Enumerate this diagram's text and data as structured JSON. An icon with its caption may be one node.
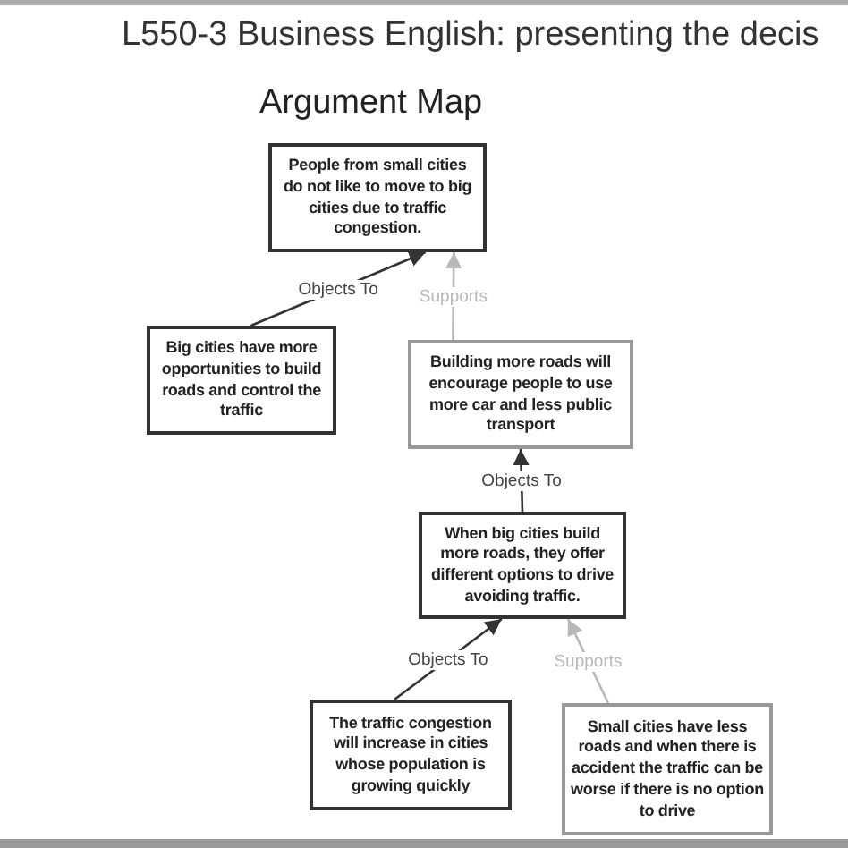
{
  "diagram": {
    "title": "L550-3 Business English: presenting the decis",
    "nodes": [
      {
        "text": [
          "People from small cities do not like to move to big cities due to traffic congestion."
        ]
      },
      {
        "text": [
          "Big cities have more opportunities to build roads and control the traffic"
        ]
      },
      {
        "text": [
          "Building more roads will encourage people to use more car and less public transport"
        ]
      },
      {
        "text": [
          "When big cities build more roads, they offer different options to drive avoiding traffic."
        ]
      },
      {
        "text": [
          "The traffic congestion will increase in cities whose population is growing quickly"
        ]
      },
      {
        "text": [
          "Small cities have less roads and when there is accident the traffic can be worse if there is no option to drive"
        ]
      }
    ],
    "edges": [
      {
        "from": 1,
        "to": 0,
        "arrow": "to",
        "label": "Objects To"
      },
      {
        "from": 2,
        "to": 0,
        "arrow": "to",
        "label": "Supports",
        "color": "#b8b8b8"
      },
      {
        "from": 3,
        "to": 2,
        "arrow": "to",
        "label": "Objects To"
      },
      {
        "from": 4,
        "to": 3,
        "arrow": "to",
        "label": "Objects To"
      },
      {
        "from": 5,
        "to": 3,
        "arrow": "to",
        "label": "Supports",
        "color": "#b8b8b8"
      }
    ],
    "labels": [
      "Argument Map"
    ]
  }
}
